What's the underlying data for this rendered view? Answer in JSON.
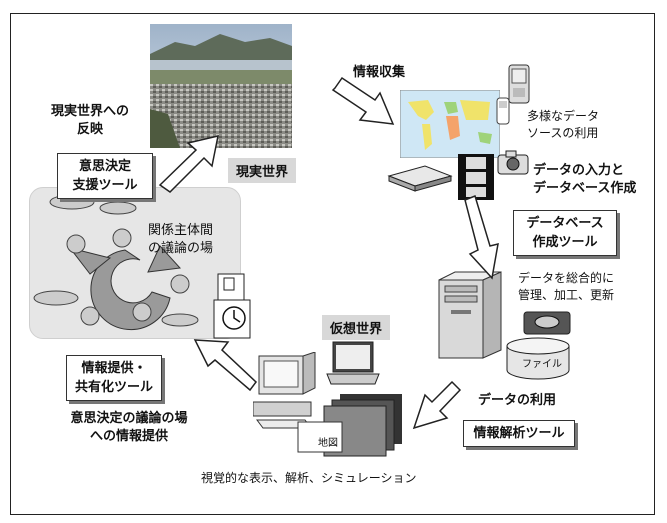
{
  "labels": {
    "reflect_real_world": "現実世界への\n反映",
    "info_collection": "情報収集",
    "various_data_sources": "多様なデータ\nソースの利用",
    "decision_support_tool": "意思決定\n支援ツール",
    "real_world": "現実世界",
    "data_input_db": "データの入力と\nデータベース作成",
    "stakeholder_forum": "関係主体間\nの議論の場",
    "db_creation_tool": "データベース\n作成ツール",
    "integrated_management": "データを総合的に\n管理、加工、更新",
    "virtual_world": "仮想世界",
    "info_sharing_tool": "情報提供・\n共有化ツール",
    "decision_forum_info": "意思決定の議論の場\nへの情報提供",
    "data_use": "データの利用",
    "analysis_tool": "情報解析ツール",
    "visual_display": "視覚的な表示、解析、シミュレーション",
    "file_label": "ファイル",
    "map_label": "地図"
  },
  "colors": {
    "background": "#ffffff",
    "tag_grey": "#d8d8d8",
    "panel_grey": "#e6e6e6"
  }
}
